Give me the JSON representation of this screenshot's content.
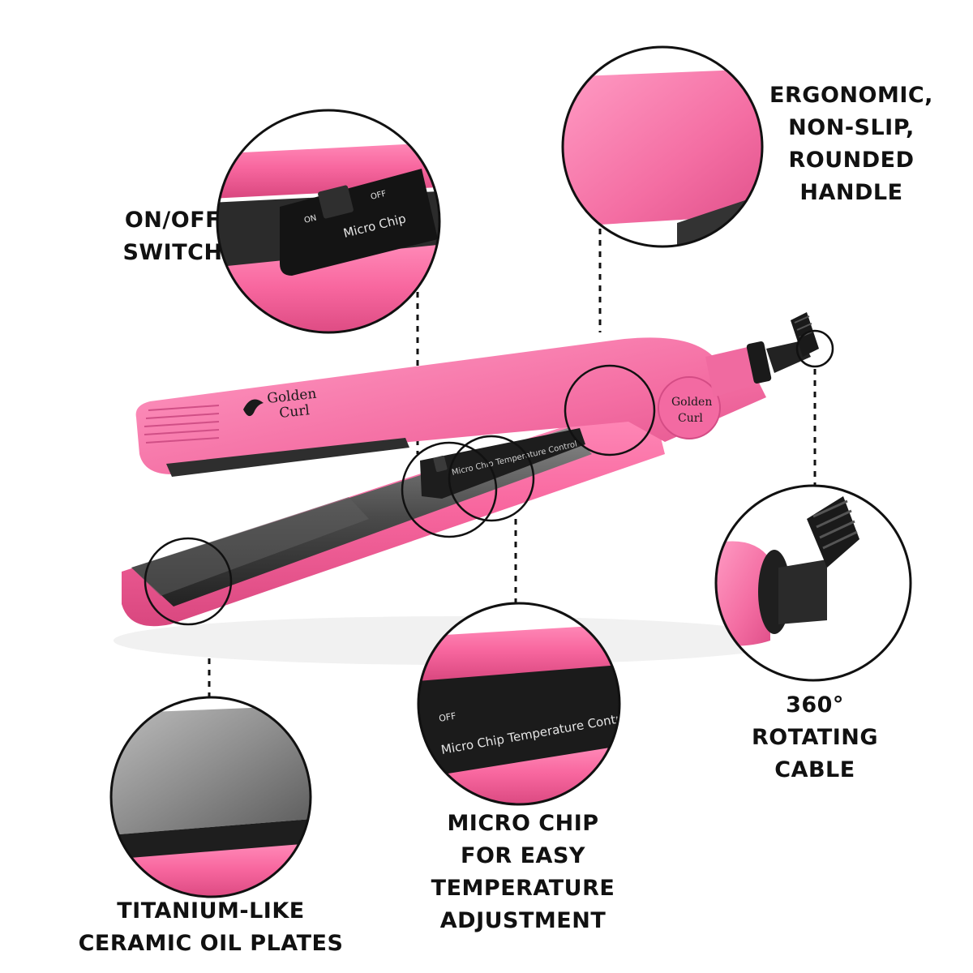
{
  "product": {
    "brand_logo_text": [
      "Golden",
      "Curl"
    ],
    "switch_labels": {
      "on": "ON",
      "off": "OFF"
    },
    "control_panel_text": "Micro Chip Temperature Control",
    "control_panel_short": "Micro Chip",
    "body_color": "#f0609a",
    "plate_color": "#3a3a3a"
  },
  "callouts": {
    "switch": {
      "lines": [
        "ON/OFF",
        "SWITCH"
      ]
    },
    "handle": {
      "lines": [
        "ERGONOMIC,",
        "NON-SLIP,",
        "ROUNDED",
        "HANDLE"
      ]
    },
    "cable": {
      "lines": [
        "360°",
        "ROTATING",
        "CABLE"
      ]
    },
    "chip": {
      "lines": [
        "MICRO CHIP",
        "FOR EASY",
        "TEMPERATURE",
        "ADJUSTMENT"
      ]
    },
    "plates": {
      "lines": [
        "TITANIUM-LIKE",
        "CERAMIC OIL PLATES"
      ]
    }
  }
}
